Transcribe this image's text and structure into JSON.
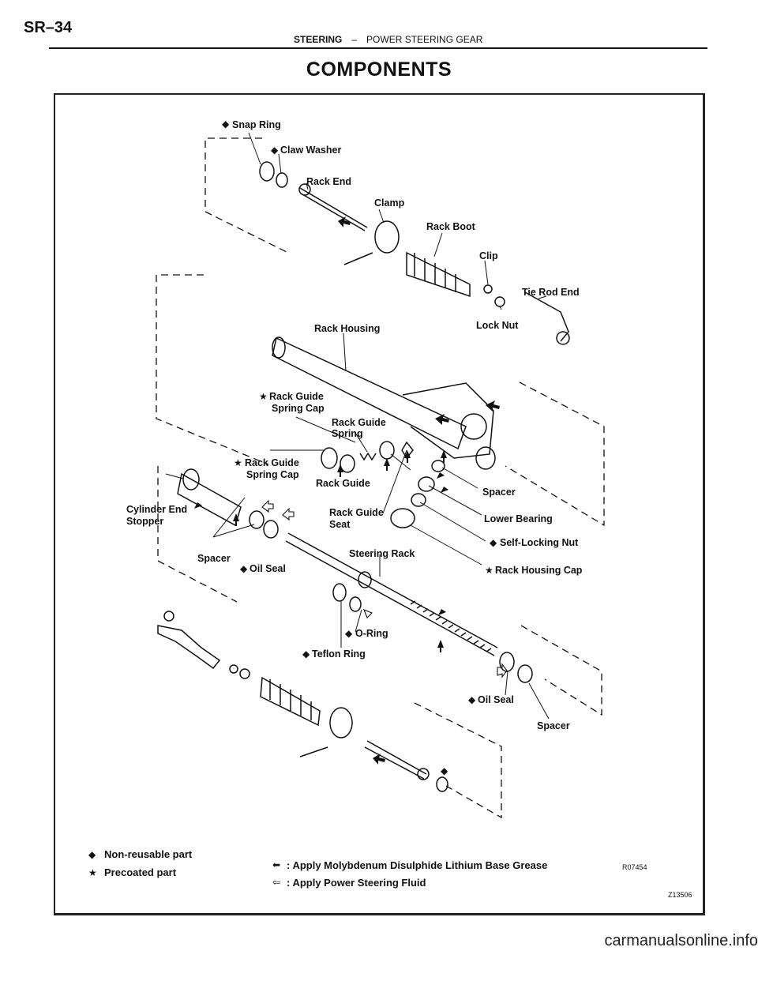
{
  "header": {
    "page_code": "SR–34",
    "section": "STEERING",
    "separator": "–",
    "subsection": "POWER STEERING GEAR"
  },
  "title": "COMPONENTS",
  "labels": {
    "snap_ring": "Snap Ring",
    "claw_washer": "Claw Washer",
    "rack_end": "Rack End",
    "clamp": "Clamp",
    "rack_boot": "Rack Boot",
    "clip": "Clip",
    "tie_rod_end": "Tie Rod End",
    "lock_nut": "Lock Nut",
    "rack_housing": "Rack Housing",
    "rgsc_upper_1": "Rack Guide",
    "rgsc_upper_2": "Spring Cap",
    "rgs_1": "Rack Guide",
    "rgs_2": "Spring",
    "rgsc_lower_1": "Rack Guide",
    "rgsc_lower_2": "Spring Cap",
    "rack_guide": "Rack Guide",
    "spacer_right": "Spacer",
    "cylinder_end_1": "Cylinder End",
    "cylinder_end_2": "Stopper",
    "rgseat_1": "Rack Guide",
    "rgseat_2": "Seat",
    "lower_bearing": "Lower Bearing",
    "self_locking_nut": "Self-Locking Nut",
    "spacer_left": "Spacer",
    "steering_rack": "Steering Rack",
    "oil_seal_left": "Oil Seal",
    "rack_housing_cap": "Rack Housing Cap",
    "o_ring": "O-Ring",
    "teflon_ring": "Teflon Ring",
    "oil_seal_right": "Oil Seal",
    "spacer_bottom": "Spacer"
  },
  "marks": {
    "non_reusable": "◆",
    "precoated": "★",
    "grease": "⬅",
    "fluid": "⇦"
  },
  "legend": {
    "non_reusable": "Non-reusable part",
    "precoated": "Precoated part",
    "grease": ": Apply Molybdenum Disulphide Lithium Base Grease",
    "fluid": ": Apply Power Steering Fluid"
  },
  "figure_code": "R07454",
  "corner_code": "Z13506",
  "footer": "carmanualsonline.info"
}
